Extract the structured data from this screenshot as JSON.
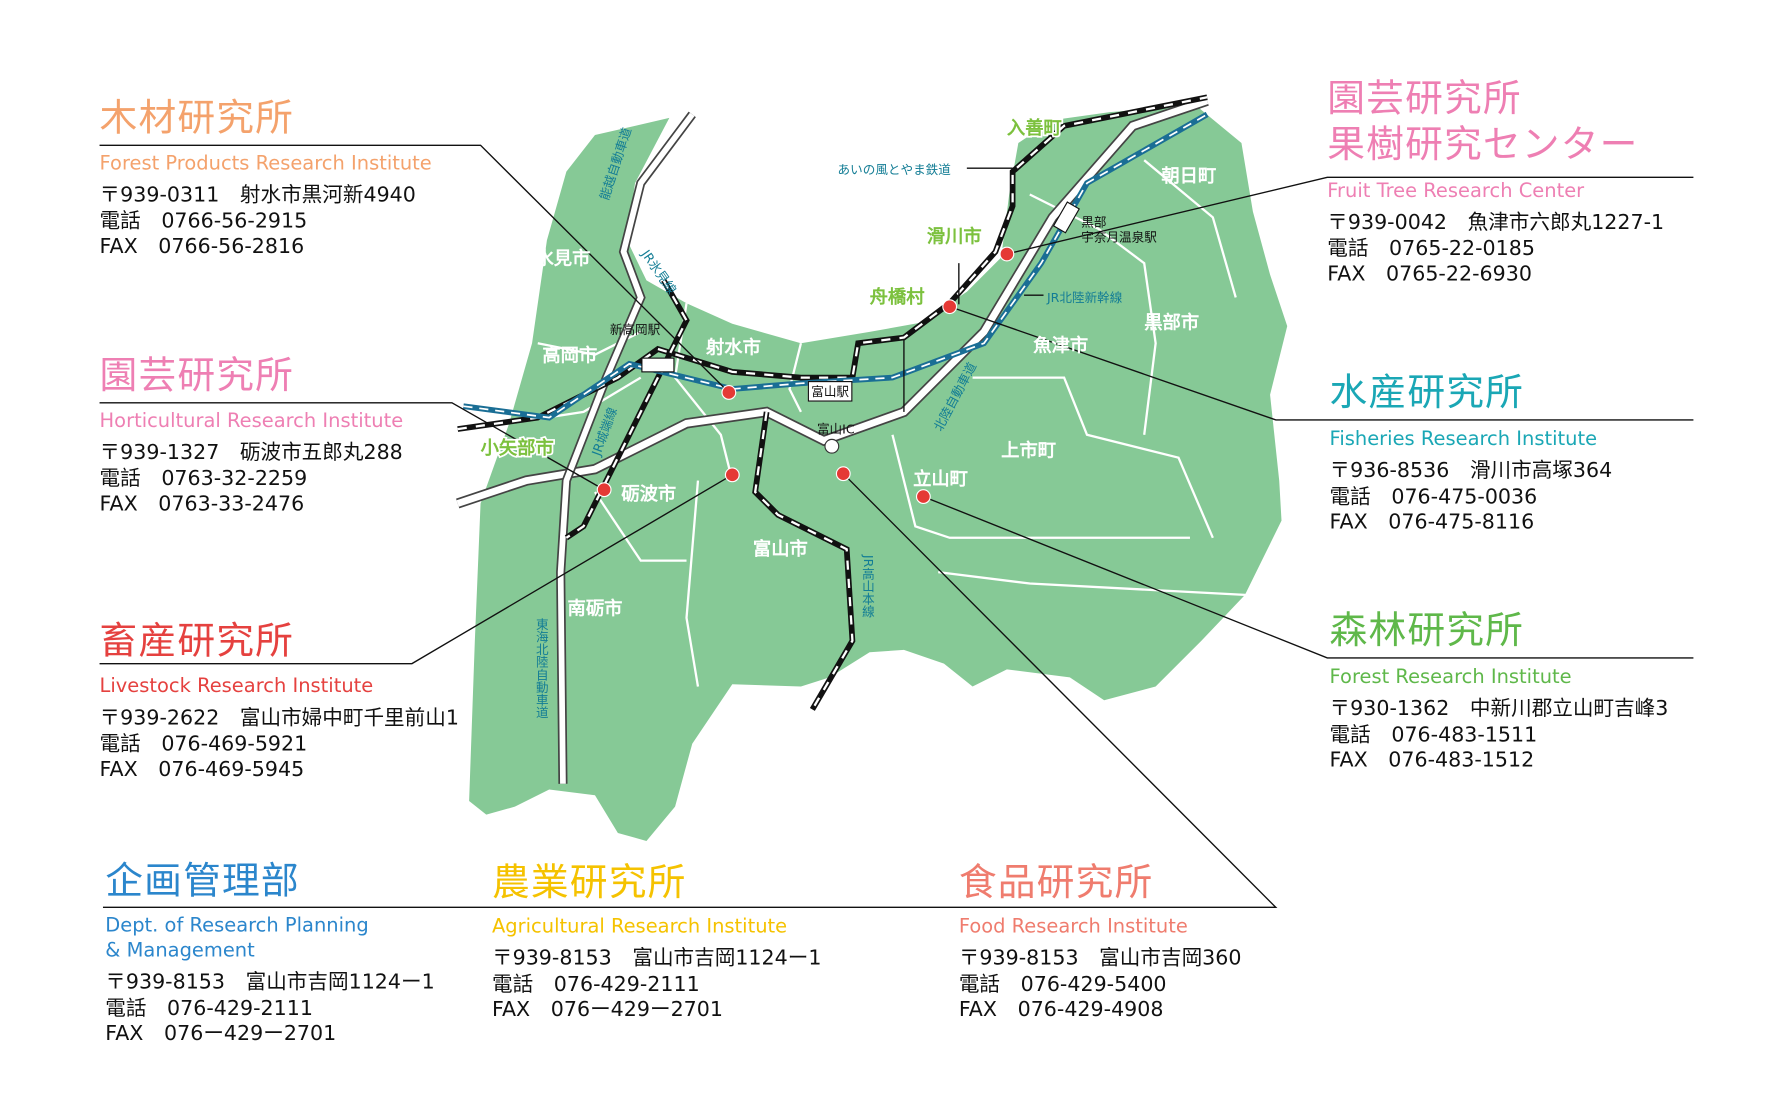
{
  "colors": {
    "map": "#86c996",
    "orange": "#f4a26c",
    "pink": "#ee7fb3",
    "teal": "#1aa7b5",
    "green": "#5fb84a",
    "red": "#e5413f",
    "blue": "#2b86cc",
    "yellow": "#f5c200",
    "salmon": "#ef7c6e",
    "pin": "#e53935"
  },
  "institutes": [
    {
      "title": "木材研究所",
      "en": "Forest Products Research Institute",
      "zip": "〒939-0311　射水市黒河新4940",
      "tel": "電話　0766-56-2915",
      "fax": "FAX　0766-56-2816"
    },
    {
      "title": "園芸研究所",
      "en": "Horticultural Research Institute",
      "zip": "〒939-1327　砺波市五郎丸288",
      "tel": "電話　0763-32-2259",
      "fax": "FAX　0763-33-2476"
    },
    {
      "title": "畜産研究所",
      "en": "Livestock Research Institute",
      "zip": "〒939-2622　富山市婦中町千里前山1",
      "tel": "電話　076-469-5921",
      "fax": "FAX　076-469-5945"
    },
    {
      "title": "園芸研究所",
      "title2": "果樹研究センター",
      "en": "Fruit Tree Research Center",
      "zip": "〒939-0042　魚津市六郎丸1227-1",
      "tel": "電話　0765-22-0185",
      "fax": "FAX　0765-22-6930"
    },
    {
      "title": "水産研究所",
      "en": "Fisheries Research Institute",
      "zip": "〒936-8536　滑川市高塚364",
      "tel": "電話　076-475-0036",
      "fax": "FAX　076-475-8116"
    },
    {
      "title": "森林研究所",
      "en": "Forest Research Institute",
      "zip": "〒930-1362　中新川郡立山町吉峰3",
      "tel": "電話　076-483-1511",
      "fax": "FAX　076-483-1512"
    },
    {
      "title": "企画管理部",
      "en": "Dept. of Research Planning",
      "en2": "& Management",
      "zip": "〒939-8153　富山市吉岡1124ー1",
      "tel": "電話　076-429-2111",
      "fax": "FAX　076ー429ー2701"
    },
    {
      "title": "農業研究所",
      "en": "Agricultural Research Institute",
      "zip": "〒939-8153　富山市吉岡1124ー1",
      "tel": "電話　076-429-2111",
      "fax": "FAX　076ー429ー2701"
    },
    {
      "title": "食品研究所",
      "en": "Food Research Institute",
      "zip": "〒939-8153　富山市吉岡360",
      "tel": "電話　076-429-5400",
      "fax": "FAX　076-429-4908"
    }
  ],
  "map": {
    "cities": [
      "氷見市",
      "高岡市",
      "射水市",
      "小矢部市",
      "砺波市",
      "南砺市",
      "富山市",
      "上市町",
      "立山町",
      "魚津市",
      "黒部市",
      "朝日町",
      "入善町",
      "滑川市",
      "舟橋村"
    ],
    "lines": {
      "ainokaze": "あいの風とやま鉄道",
      "himi": "JR氷見線",
      "shinkansen": "JR北陸新幹線",
      "hokuriku_exp": "北陸自動車道",
      "noetsu": "能越自動車道",
      "tokai": "東海北陸自動車道",
      "takayama": "JR高山本線",
      "johana": "JR城端線"
    },
    "stations": {
      "shintakaoka": "新高岡駅",
      "toyama": "富山駅",
      "toyama_ic": "富山IC",
      "kurobe": "黒部",
      "kurobe2": "宇奈月温泉駅"
    }
  }
}
